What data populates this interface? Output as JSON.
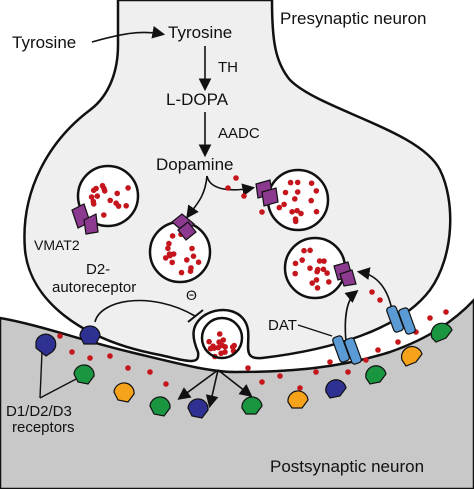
{
  "labels": {
    "presynaptic": "Presynaptic neuron",
    "postsynaptic": "Postsynaptic neuron",
    "tyrosine_outside": "Tyrosine",
    "tyrosine_inside": "Tyrosine",
    "th": "TH",
    "ldopa": "L-DOPA",
    "aadc": "AADC",
    "dopamine": "Dopamine",
    "vmat2": "VMAT2",
    "d2_line1": "D2-",
    "d2_line2": "autoreceptor",
    "inhibition_symbol": "Θ",
    "dat": "DAT",
    "receptors_line1": "D1/D2/D3",
    "receptors_line2": "receptors"
  },
  "colors": {
    "dopamine_dot": "#c4161c",
    "vmat2": "#8b3a8f",
    "dat": "#5b9bd5",
    "postsynaptic_fill": "#c8c8c8",
    "presynaptic_fill": "#efefef",
    "receptor_blue": "#2e3192",
    "receptor_green": "#1a9641",
    "receptor_orange": "#f7a21b"
  }
}
